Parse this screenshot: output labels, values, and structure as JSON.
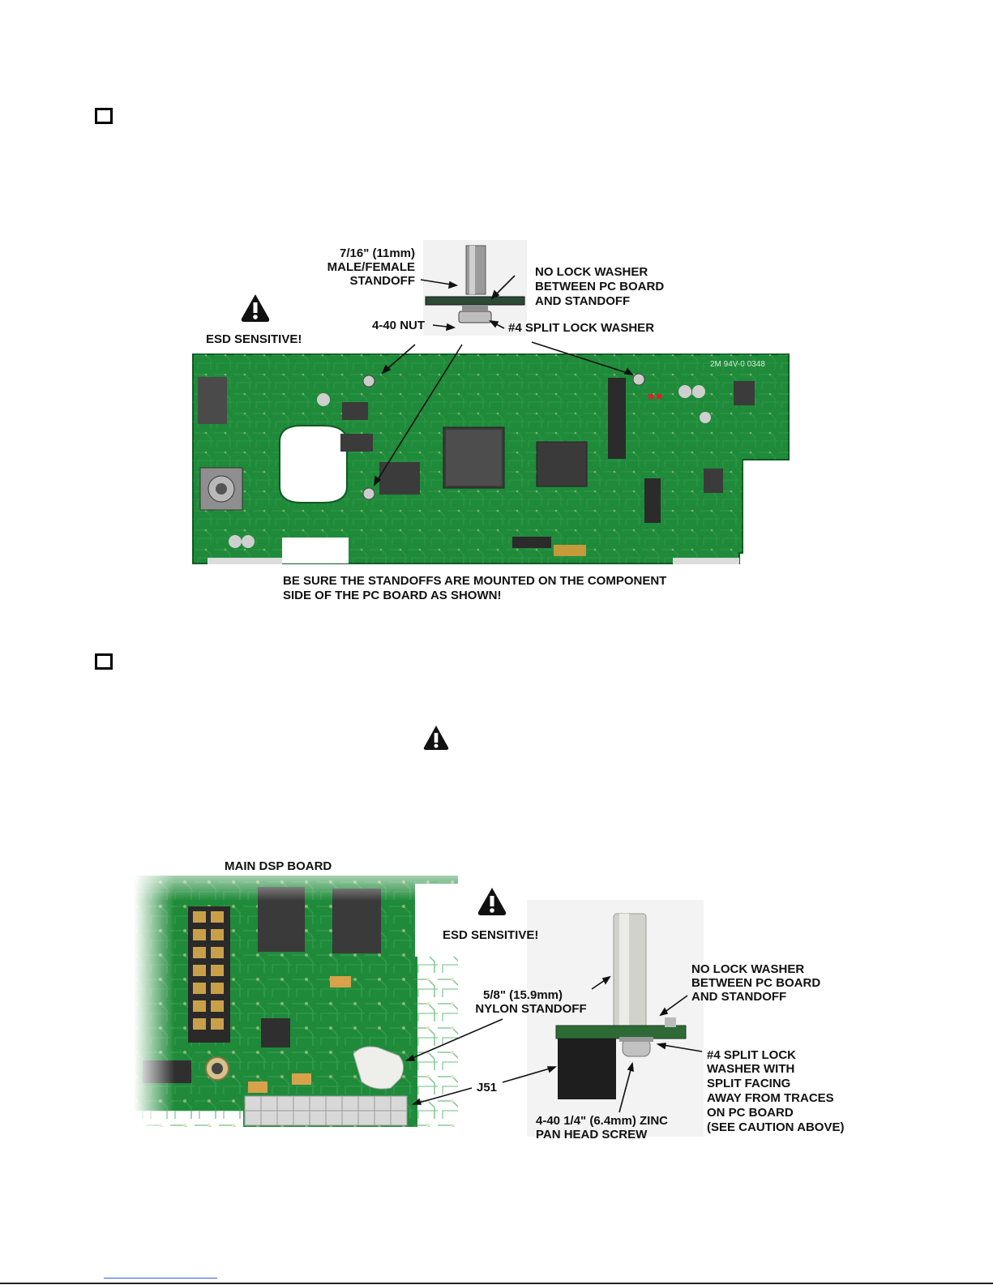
{
  "figure1": {
    "standoff_label": [
      "7/16\" (11mm)",
      "MALE/FEMALE",
      "STANDOFF"
    ],
    "no_lock_washer": [
      "NO LOCK WASHER",
      "BETWEEN PC BOARD",
      "AND STANDOFF"
    ],
    "esd": "ESD SENSITIVE!",
    "nut": "4-40 NUT",
    "split_washer": "#4 SPLIT LOCK WASHER",
    "board_silk": "2M 94V-0 0348",
    "caption": [
      "BE SURE THE STANDOFFS ARE MOUNTED ON THE COMPONENT",
      "SIDE OF THE PC BOARD AS SHOWN!"
    ]
  },
  "figure2": {
    "board_title": "MAIN DSP BOARD",
    "esd": "ESD SENSITIVE!",
    "nylon": [
      "5/8\" (15.9mm)",
      "NYLON STANDOFF"
    ],
    "no_lock_washer": [
      "NO LOCK WASHER",
      "BETWEEN PC BOARD",
      "AND STANDOFF"
    ],
    "j51": "J51",
    "split_washer": [
      "#4 SPLIT LOCK",
      "WASHER WITH",
      "SPLIT FACING",
      "AWAY FROM TRACES",
      "ON PC BOARD",
      "(SEE CAUTION ABOVE)"
    ],
    "screw": [
      "4-40 1/4\" (6.4mm) ZINC",
      "PAN HEAD SCREW"
    ]
  },
  "colors": {
    "pcb": "#1f8a3a",
    "pcb_dark": "#146b2b",
    "ink": "#111111"
  }
}
